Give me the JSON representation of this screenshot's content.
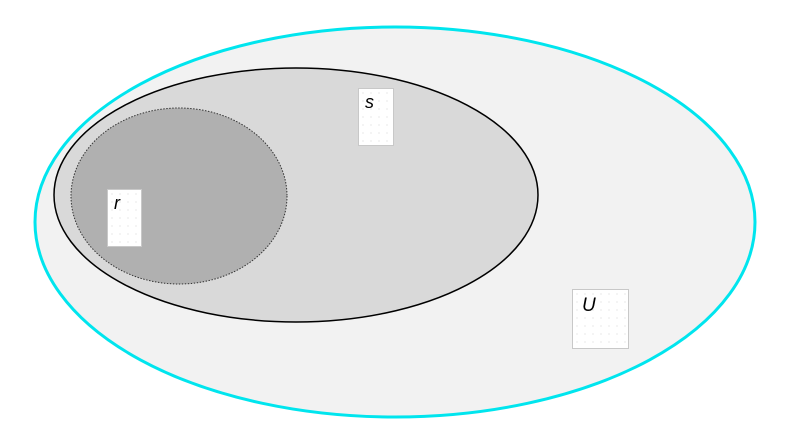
{
  "diagram": {
    "type": "nested-set-diagram",
    "sets": [
      {
        "id": "U",
        "label": "U",
        "fill": "#f2f2f2",
        "stroke": "#00e5ee",
        "stroke_style": "solid",
        "contains": [
          "s"
        ]
      },
      {
        "id": "s",
        "label": "s",
        "fill": "#d9d9d9",
        "stroke": "#000000",
        "stroke_style": "solid",
        "contains": [
          "r"
        ]
      },
      {
        "id": "r",
        "label": "r",
        "fill": "#b0b0b0",
        "stroke": "#333333",
        "stroke_style": "dotted",
        "contains": []
      }
    ]
  }
}
